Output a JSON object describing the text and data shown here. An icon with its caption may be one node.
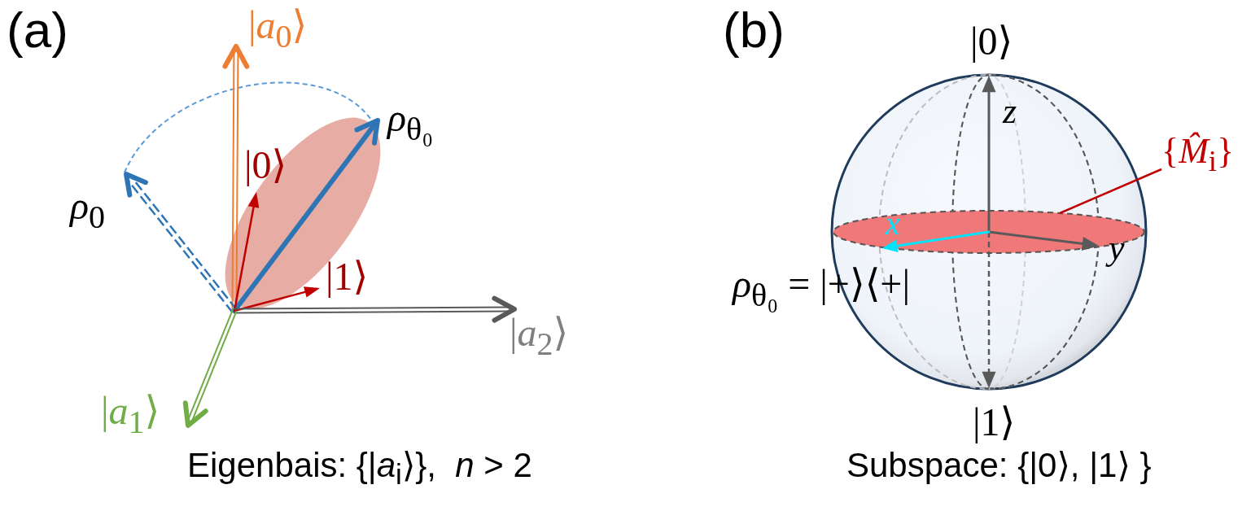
{
  "diagram": {
    "nodes": [
      {
        "text": [
          "{*M̂*$_{i}$}"
        ]
      },
      {
        "text": [],
        "shape": "ellipse"
      }
    ],
    "edges": [
      {
        "from": 0,
        "to": 1,
        "arrow": "none"
      }
    ],
    "labels": [
      "(a)",
      "|*a*$_{0}$⟩",
      "*ρ*$_{θ₀}$",
      "|0⟩",
      "*ρ*$_{0}$",
      "|1⟩",
      "|*a*$_{2}$⟩",
      "|*a*$_{1}$⟩",
      "Eigenbais: {|*a*$_{i}$⟩},  *n* > 2",
      "(b)",
      "|0⟩",
      "z",
      "x",
      "y",
      "*ρ*$_{θ₀}$ = |+⟩⟨+|",
      "|1⟩",
      "Subspace: {|0⟩, |1⟩ }"
    ]
  }
}
